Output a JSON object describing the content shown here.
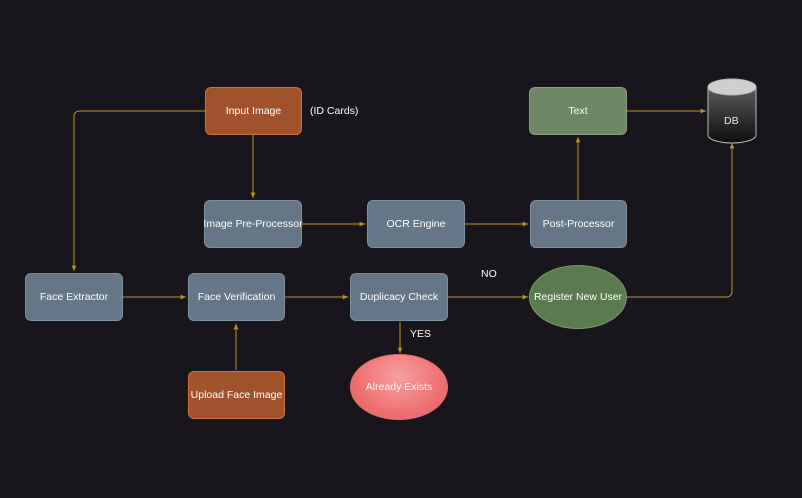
{
  "nodes": {
    "input_image": "Input Image",
    "id_cards_note": "(ID Cards)",
    "text": "Text",
    "db": "DB",
    "image_pre_processor": "Image Pre-Processor",
    "ocr_engine": "OCR Engine",
    "post_processor": "Post-Processor",
    "face_extractor": "Face Extractor",
    "face_verification": "Face Verification",
    "duplicacy_check": "Duplicacy Check",
    "register_new_user": "Register New User",
    "upload_face_image": "Upload Face Image",
    "already_exists": "Already Exists"
  },
  "edge_labels": {
    "no": "NO",
    "yes": "YES"
  },
  "colors": {
    "background": "#18151d",
    "edge": "#b8961e",
    "input_node": "#a0522d",
    "process_node": "#647687",
    "output_node": "#6d8764",
    "error_node": "#f07575"
  }
}
